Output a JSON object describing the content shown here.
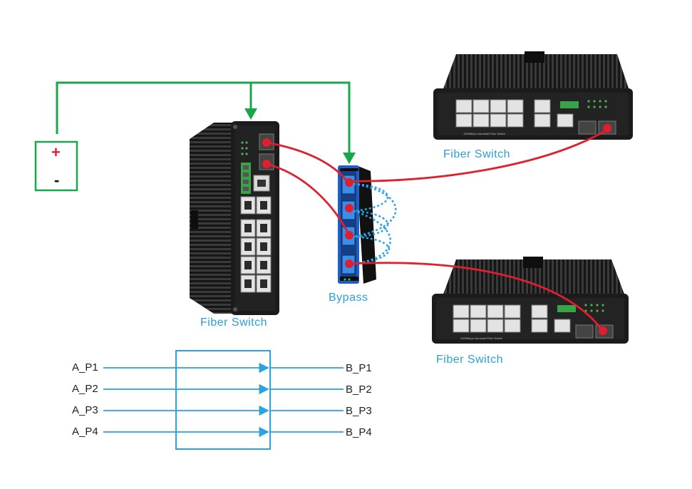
{
  "power": {
    "plus": "+",
    "minus": "-"
  },
  "labels": {
    "left_switch": "Fiber Switch",
    "bypass": "Bypass",
    "top_right_switch": "Fiber Switch",
    "bottom_right_switch": "Fiber Switch"
  },
  "switch_model_text": "1000Mbps Industrial Fiber Switch",
  "port_map": {
    "a_ports": [
      "A_P1",
      "A_P2",
      "A_P3",
      "A_P4"
    ],
    "b_ports": [
      "B_P1",
      "B_P2",
      "B_P3",
      "B_P4"
    ]
  },
  "colors": {
    "power_wire": "#1aa64a",
    "fiber": "#e01e2e",
    "bypass_link": "#2aa3e0",
    "label": "#2a9fd8",
    "device_body": "#1b1b1b",
    "bypass_body": "#1e5fbf"
  }
}
